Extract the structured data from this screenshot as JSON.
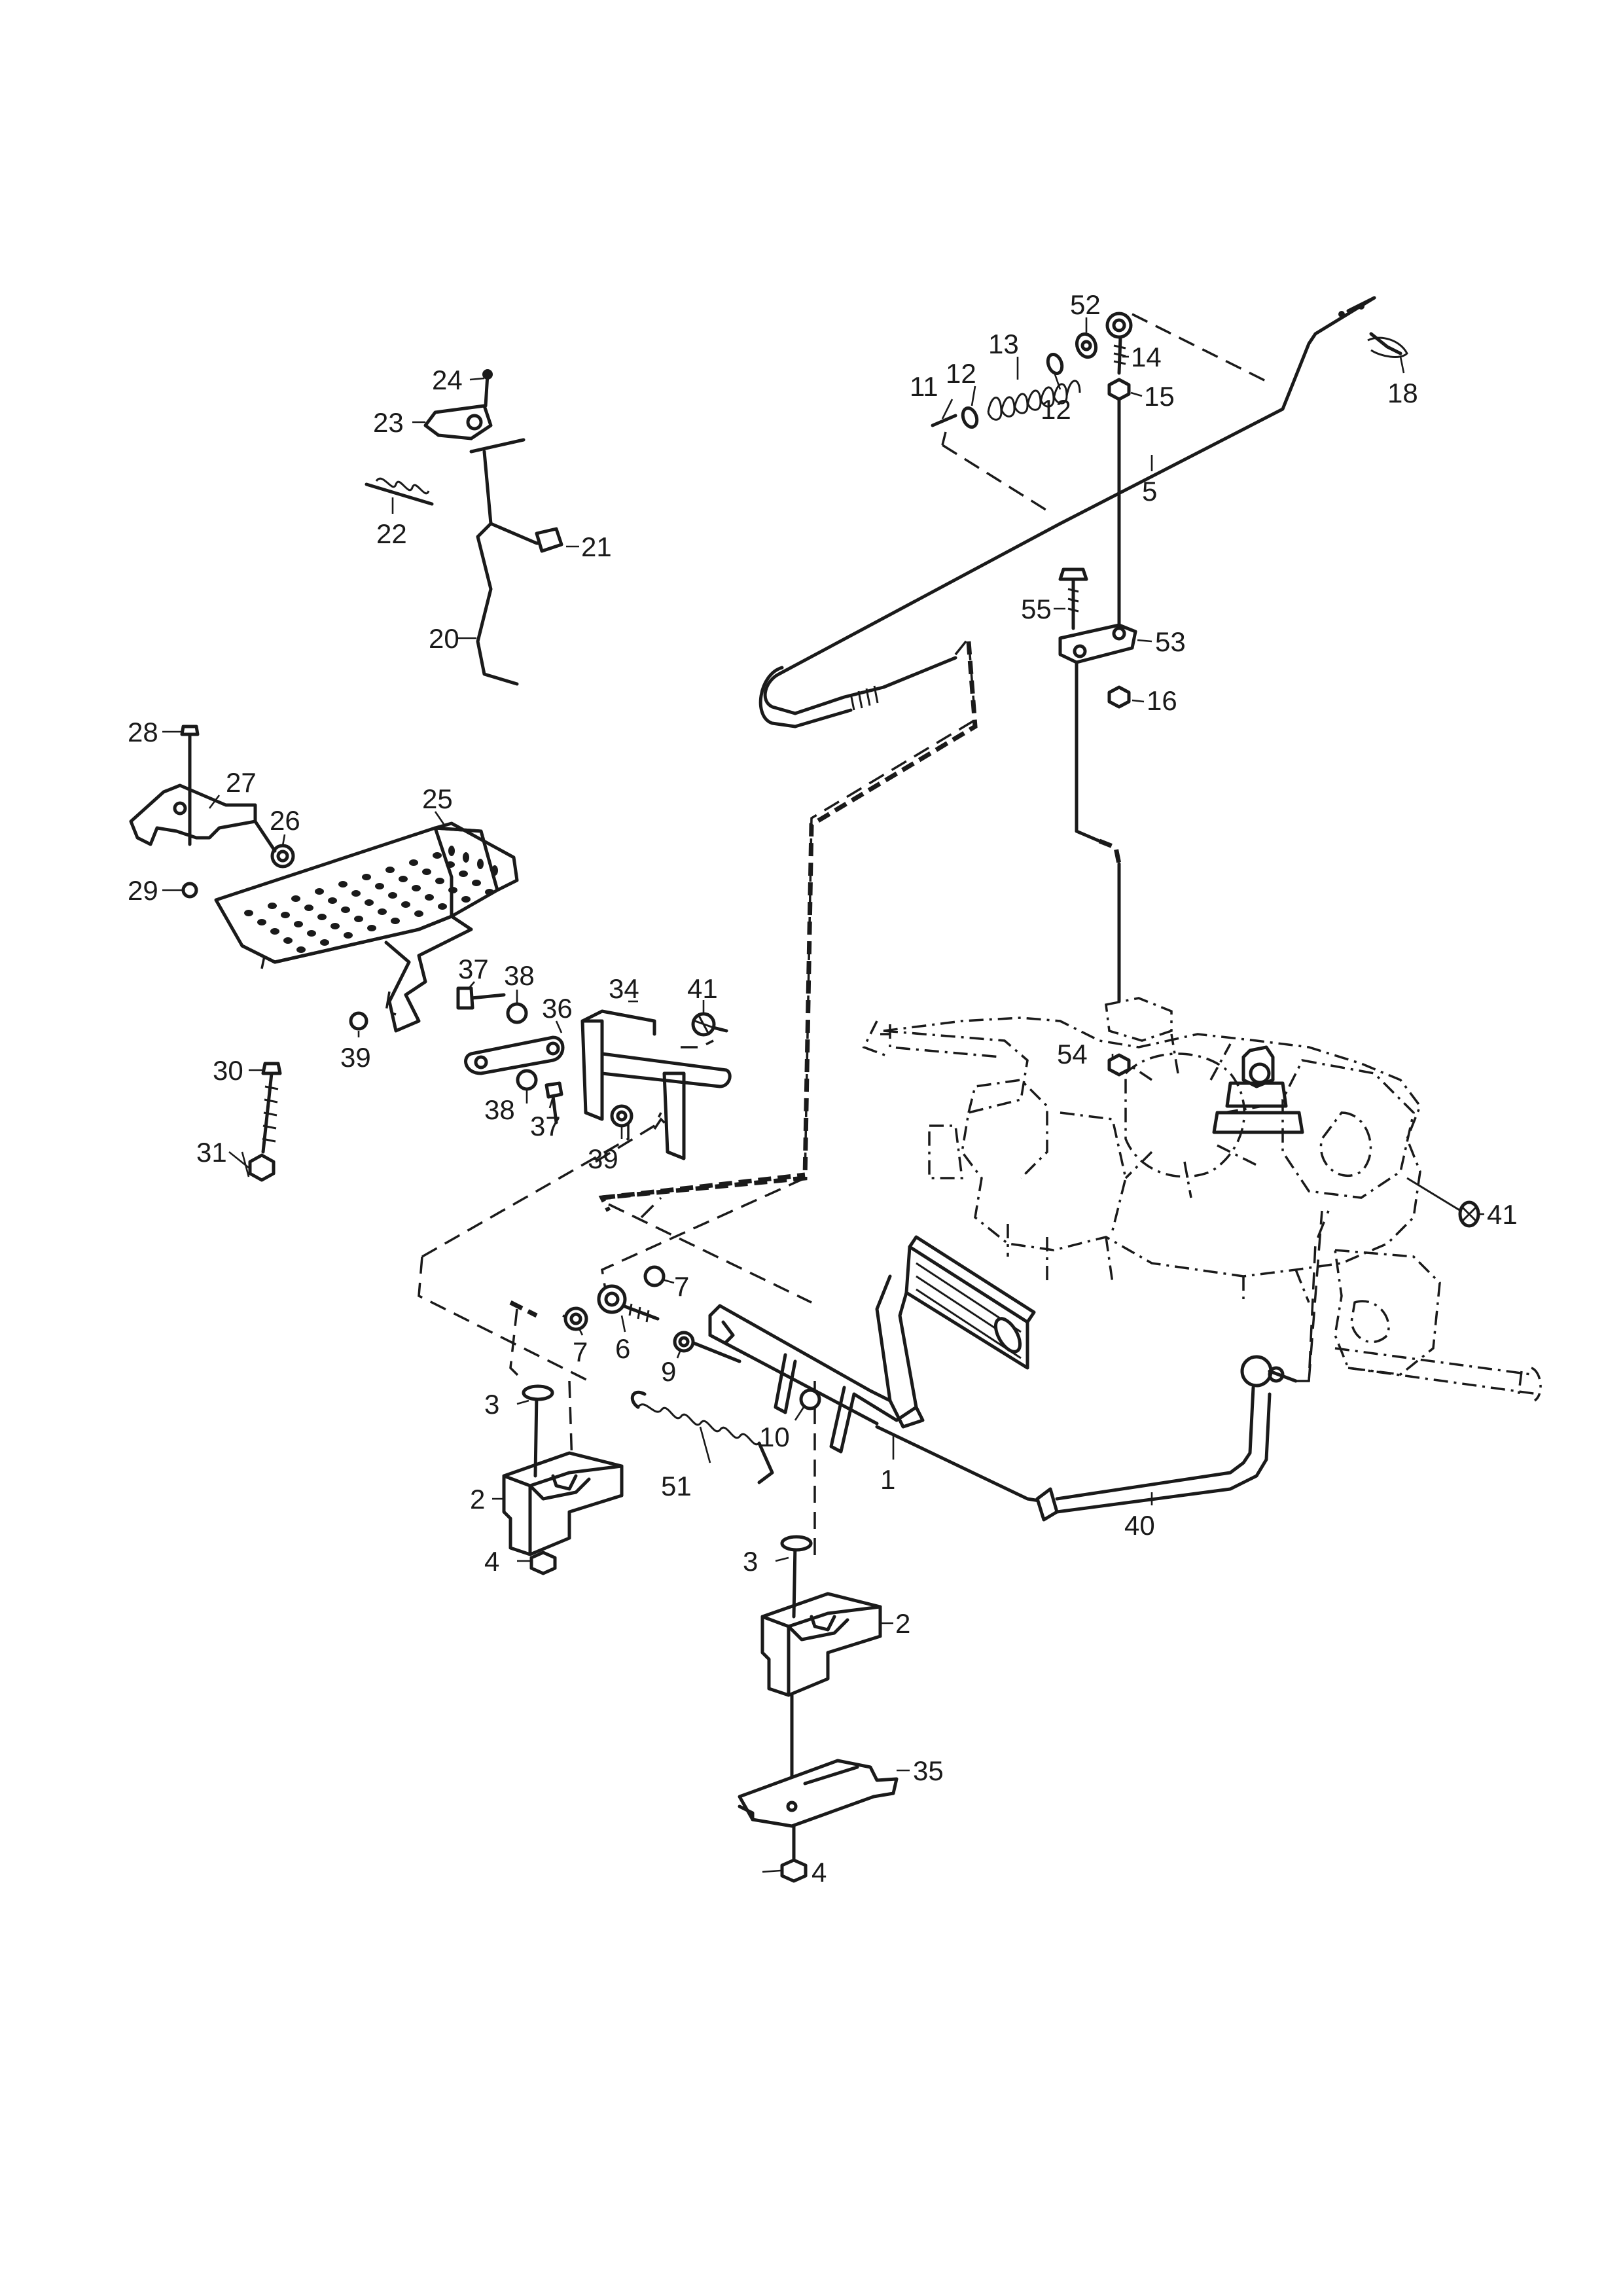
{
  "callouts": [
    {
      "id": "c1",
      "label": "1"
    },
    {
      "id": "c2a",
      "label": "2"
    },
    {
      "id": "c2b",
      "label": "2"
    },
    {
      "id": "c3a",
      "label": "3"
    },
    {
      "id": "c3b",
      "label": "3"
    },
    {
      "id": "c4a",
      "label": "4"
    },
    {
      "id": "c4b",
      "label": "4"
    },
    {
      "id": "c5",
      "label": "5"
    },
    {
      "id": "c6",
      "label": "6"
    },
    {
      "id": "c7a",
      "label": "7"
    },
    {
      "id": "c7b",
      "label": "7"
    },
    {
      "id": "c9",
      "label": "9"
    },
    {
      "id": "c10",
      "label": "10"
    },
    {
      "id": "c11",
      "label": "11"
    },
    {
      "id": "c12a",
      "label": "12"
    },
    {
      "id": "c12b",
      "label": "12"
    },
    {
      "id": "c13",
      "label": "13"
    },
    {
      "id": "c14",
      "label": "14"
    },
    {
      "id": "c15",
      "label": "15"
    },
    {
      "id": "c16",
      "label": "16"
    },
    {
      "id": "c18",
      "label": "18"
    },
    {
      "id": "c20",
      "label": "20"
    },
    {
      "id": "c21",
      "label": "21"
    },
    {
      "id": "c22",
      "label": "22"
    },
    {
      "id": "c23",
      "label": "23"
    },
    {
      "id": "c24",
      "label": "24"
    },
    {
      "id": "c25",
      "label": "25"
    },
    {
      "id": "c26",
      "label": "26"
    },
    {
      "id": "c27",
      "label": "27"
    },
    {
      "id": "c28",
      "label": "28"
    },
    {
      "id": "c29",
      "label": "29"
    },
    {
      "id": "c30",
      "label": "30"
    },
    {
      "id": "c31",
      "label": "31"
    },
    {
      "id": "c34",
      "label": "34"
    },
    {
      "id": "c35",
      "label": "35"
    },
    {
      "id": "c36",
      "label": "36"
    },
    {
      "id": "c37a",
      "label": "37"
    },
    {
      "id": "c37b",
      "label": "37"
    },
    {
      "id": "c38a",
      "label": "38"
    },
    {
      "id": "c38b",
      "label": "38"
    },
    {
      "id": "c39a",
      "label": "39"
    },
    {
      "id": "c39b",
      "label": "39"
    },
    {
      "id": "c40",
      "label": "40"
    },
    {
      "id": "c41a",
      "label": "41"
    },
    {
      "id": "c41b",
      "label": "41"
    },
    {
      "id": "c51",
      "label": "51"
    },
    {
      "id": "c52",
      "label": "52"
    },
    {
      "id": "c53",
      "label": "53"
    },
    {
      "id": "c54",
      "label": "54"
    },
    {
      "id": "c55",
      "label": "55"
    }
  ]
}
